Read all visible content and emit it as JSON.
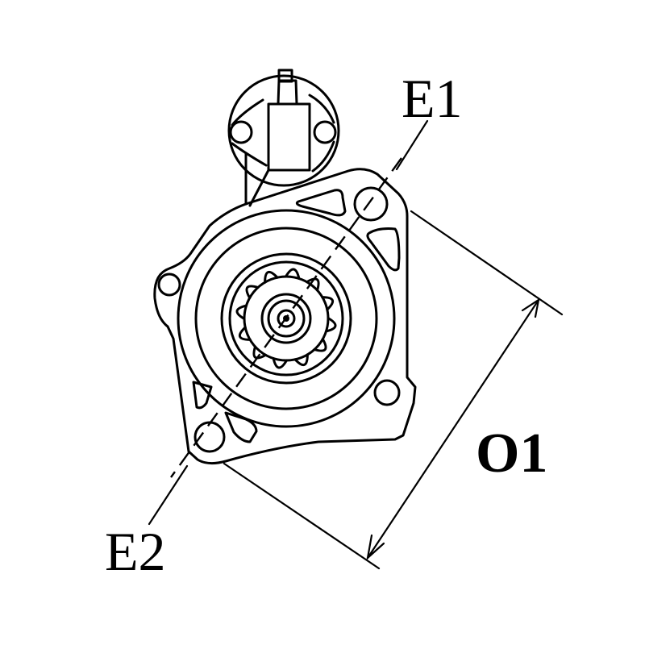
{
  "diagram": {
    "subject": "starter motor front view",
    "labels": {
      "e1": "E1",
      "e2": "E2",
      "o1": "O1"
    },
    "colors": {
      "line": "#000000",
      "background": "#ffffff"
    },
    "gear_teeth": 12
  }
}
